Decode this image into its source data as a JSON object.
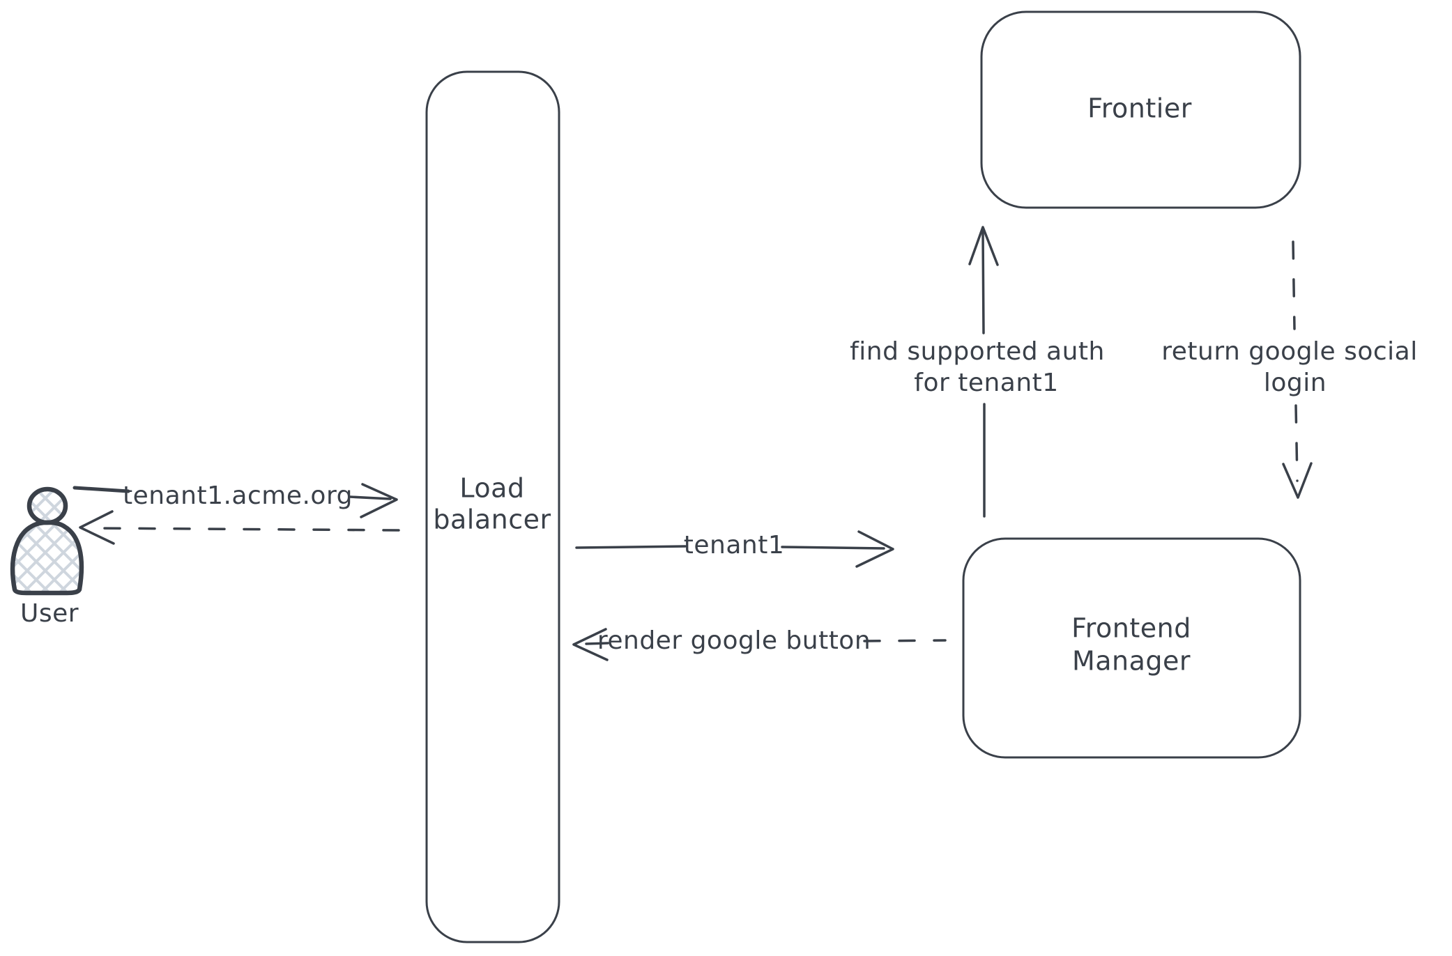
{
  "diagram": {
    "background": "#ffffff",
    "stroke_color": "#3a4049",
    "fill_pattern_color": "#cfd6de",
    "actors": {
      "user": {
        "label": "User"
      }
    },
    "nodes": {
      "load_balancer": {
        "label_line1": "Load",
        "label_line2": "balancer"
      },
      "frontier": {
        "label": "Frontier"
      },
      "frontend_manager": {
        "label_line1": "Frontend",
        "label_line2": "Manager"
      }
    },
    "edges": {
      "user_to_lb": {
        "label": "tenant1.acme.org",
        "style": "solid"
      },
      "lb_to_user": {
        "label": "",
        "style": "dashed"
      },
      "lb_to_fm": {
        "label": "tenant1",
        "style": "solid"
      },
      "fm_to_lb": {
        "label": "render google button",
        "style": "dashed"
      },
      "fm_to_frontier": {
        "label_line1": "find supported auth",
        "label_line2": "for tenant1",
        "style": "solid"
      },
      "frontier_to_fm": {
        "label_line1": "return google social",
        "label_line2": "login",
        "style": "dashed"
      }
    }
  }
}
